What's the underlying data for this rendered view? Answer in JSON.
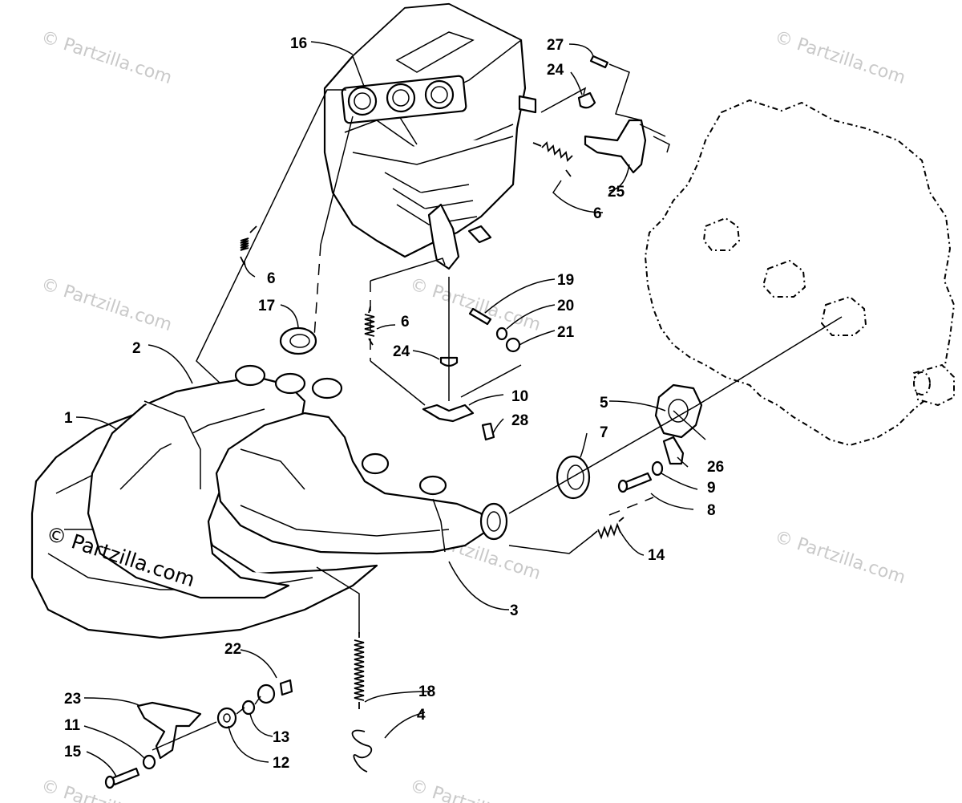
{
  "watermark": {
    "text": "© Partzilla.com",
    "main_text": "© Partzilla.com"
  },
  "callouts": {
    "c1": "1",
    "c2": "2",
    "c3": "3",
    "c4": "4",
    "c5": "5",
    "c6a": "6",
    "c6b": "6",
    "c6c": "6",
    "c7": "7",
    "c8": "8",
    "c9": "9",
    "c10": "10",
    "c11": "11",
    "c12": "12",
    "c13": "13",
    "c14": "14",
    "c15": "15",
    "c16": "16",
    "c17": "17",
    "c18": "18",
    "c19": "19",
    "c20": "20",
    "c21": "21",
    "c22": "22",
    "c23": "23",
    "c24a": "24",
    "c24b": "24",
    "c25": "25",
    "c26": "26",
    "c27": "27",
    "c28": "28"
  }
}
